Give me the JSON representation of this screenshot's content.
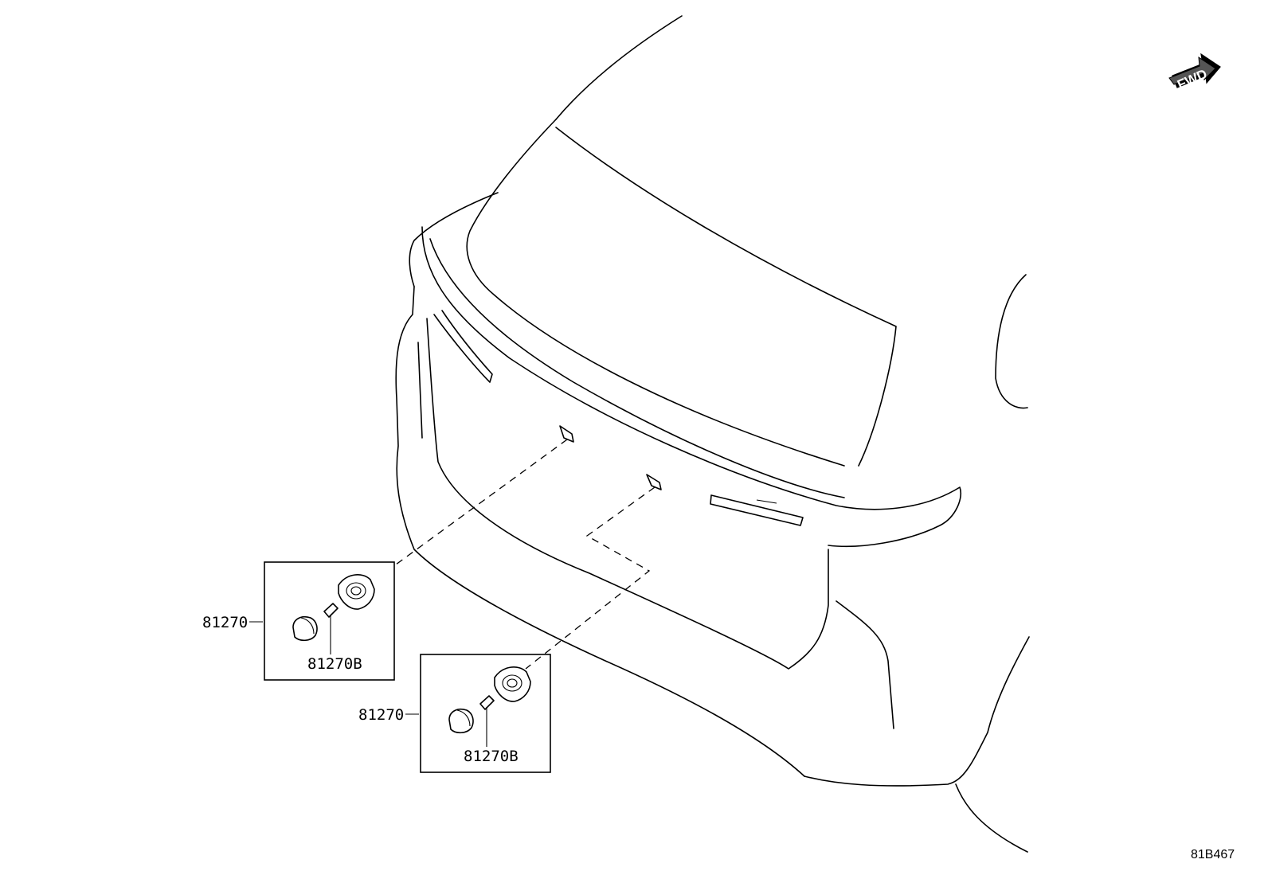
{
  "diagram": {
    "fwd_label": "FWD",
    "drawing_number": "81B467",
    "callouts": [
      {
        "part": "81270",
        "sub_part": "81270B"
      },
      {
        "part": "81270",
        "sub_part": "81270B"
      }
    ]
  }
}
